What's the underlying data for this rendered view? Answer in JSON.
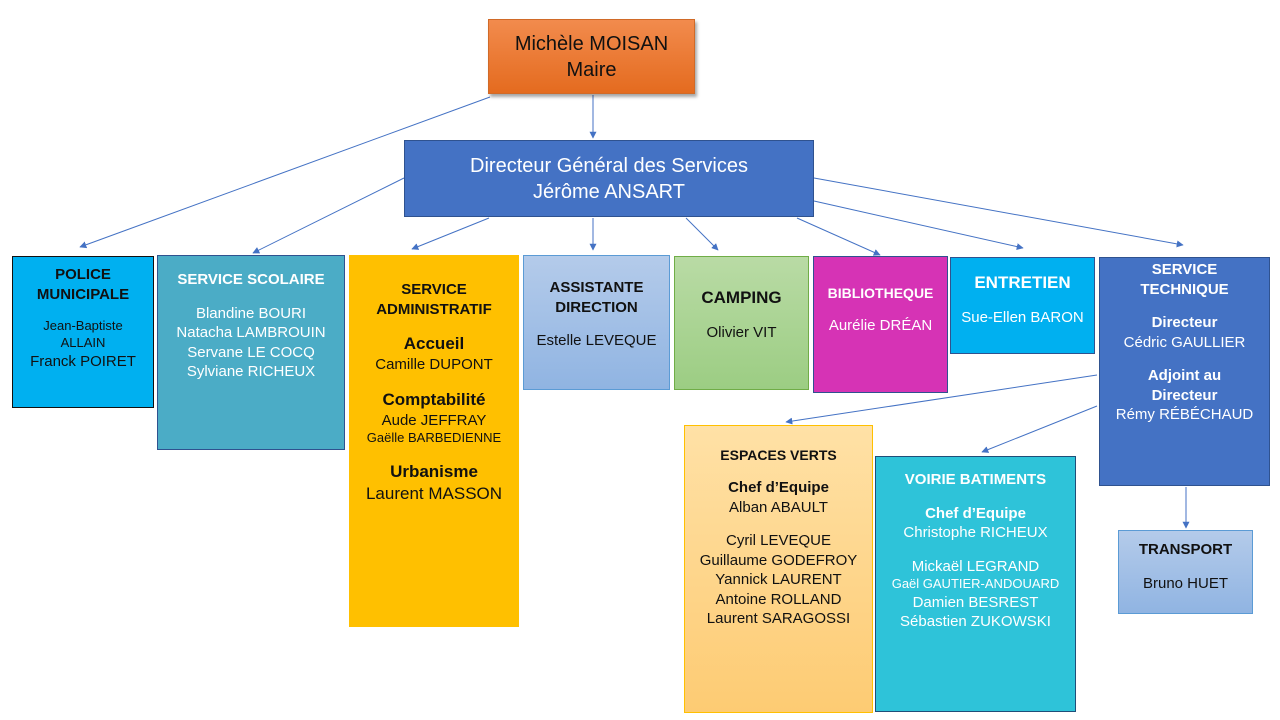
{
  "colors": {
    "mayor": "#ed7d31",
    "dgs": "#4472c4",
    "police": "#00b0f0",
    "scolaire": "#4bacc6",
    "admin": "#ffc000",
    "assistante": "#9dc3e6",
    "camping": "#a9d18e",
    "bibliotheque": "#d633b5",
    "entretien": "#00b0f0",
    "technique": "#4472c4",
    "espaces_verts": "#ffd78a",
    "voirie": "#2ec3d9",
    "transport": "#9dc3e6",
    "connector": "#4472c4"
  },
  "mayor": {
    "name": "Michèle MOISAN",
    "role": "Maire"
  },
  "dgs": {
    "role": "Directeur Général des Services",
    "name": "Jérôme ANSART"
  },
  "police": {
    "title_1": "POLICE",
    "title_2": "MUNICIPALE",
    "staff": [
      "Jean-Baptiste",
      "ALLAIN",
      "Franck POIRET"
    ]
  },
  "scolaire": {
    "title": "SERVICE SCOLAIRE",
    "staff": [
      "Blandine BOURI",
      "Natacha LAMBROUIN",
      "Servane LE COCQ",
      "Sylviane RICHEUX"
    ]
  },
  "admin": {
    "title_1": "SERVICE",
    "title_2": "ADMINISTRATIF",
    "sections": [
      {
        "label": "Accueil",
        "staff": [
          "Camille DUPONT"
        ]
      },
      {
        "label": "Comptabilité",
        "staff": [
          "Aude JEFFRAY",
          "Gaëlle BARBEDIENNE"
        ]
      },
      {
        "label": "Urbanisme",
        "staff": [
          "Laurent MASSON"
        ]
      }
    ]
  },
  "assistante": {
    "title_1": "ASSISTANTE",
    "title_2": "DIRECTION",
    "staff": [
      "Estelle LEVEQUE"
    ]
  },
  "camping": {
    "title": "CAMPING",
    "staff": [
      "Olivier VIT"
    ]
  },
  "bibliotheque": {
    "title": "BIBLIOTHEQUE",
    "staff": [
      "Aurélie DRÉAN"
    ]
  },
  "entretien": {
    "title": "ENTRETIEN",
    "staff": [
      "Sue-Ellen BARON"
    ]
  },
  "technique": {
    "title_1": "SERVICE",
    "title_2": "TECHNIQUE",
    "director_label": "Directeur",
    "director": "Cédric GAULLIER",
    "deputy_label_1": "Adjoint au",
    "deputy_label_2": "Directeur",
    "deputy": "Rémy RÉBÉCHAUD"
  },
  "espaces_verts": {
    "title": "ESPACES VERTS",
    "chef_label": "Chef d’Equipe",
    "chef": "Alban ABAULT",
    "staff": [
      "Cyril LEVEQUE",
      "Guillaume GODEFROY",
      "Yannick LAURENT",
      "Antoine ROLLAND",
      "Laurent SARAGOSSI"
    ]
  },
  "voirie": {
    "title": "VOIRIE BATIMENTS",
    "chef_label": "Chef d’Equipe",
    "chef": "Christophe RICHEUX",
    "staff": [
      "Mickaël LEGRAND",
      "Gaël GAUTIER-ANDOUARD",
      "Damien BESREST",
      "Sébastien ZUKOWSKI"
    ]
  },
  "transport": {
    "title": "TRANSPORT",
    "staff": [
      "Bruno HUET"
    ]
  },
  "connections": [
    {
      "from": "mayor",
      "to": "dgs"
    },
    {
      "from": "mayor",
      "to": "police"
    },
    {
      "from": "dgs",
      "to": "scolaire"
    },
    {
      "from": "dgs",
      "to": "admin"
    },
    {
      "from": "dgs",
      "to": "assistante"
    },
    {
      "from": "dgs",
      "to": "camping"
    },
    {
      "from": "dgs",
      "to": "bibliotheque"
    },
    {
      "from": "dgs",
      "to": "entretien"
    },
    {
      "from": "dgs",
      "to": "technique"
    },
    {
      "from": "technique",
      "to": "espaces_verts"
    },
    {
      "from": "technique",
      "to": "voirie"
    },
    {
      "from": "technique",
      "to": "transport"
    }
  ]
}
